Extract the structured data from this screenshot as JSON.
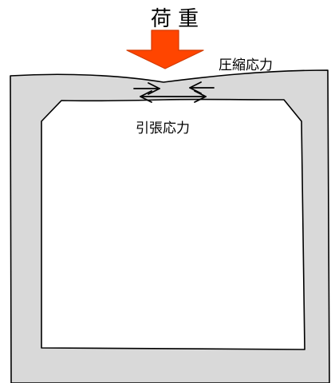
{
  "diagram": {
    "load_label": "荷 重",
    "compression_label": "圧縮応力",
    "tension_label": "引張応力"
  },
  "colors": {
    "load_arrow_fill": "#ff4500",
    "load_arrow_stroke": "#d23a00",
    "structure_fill": "#d9d9d9",
    "outline": "#000000",
    "opening_fill": "#ffffff"
  },
  "icons": {
    "load_arrow": "down-arrow-icon",
    "compression_arrows": "inward-double-arrow-icon",
    "tension_arrows": "outward-double-arrow-icon"
  }
}
